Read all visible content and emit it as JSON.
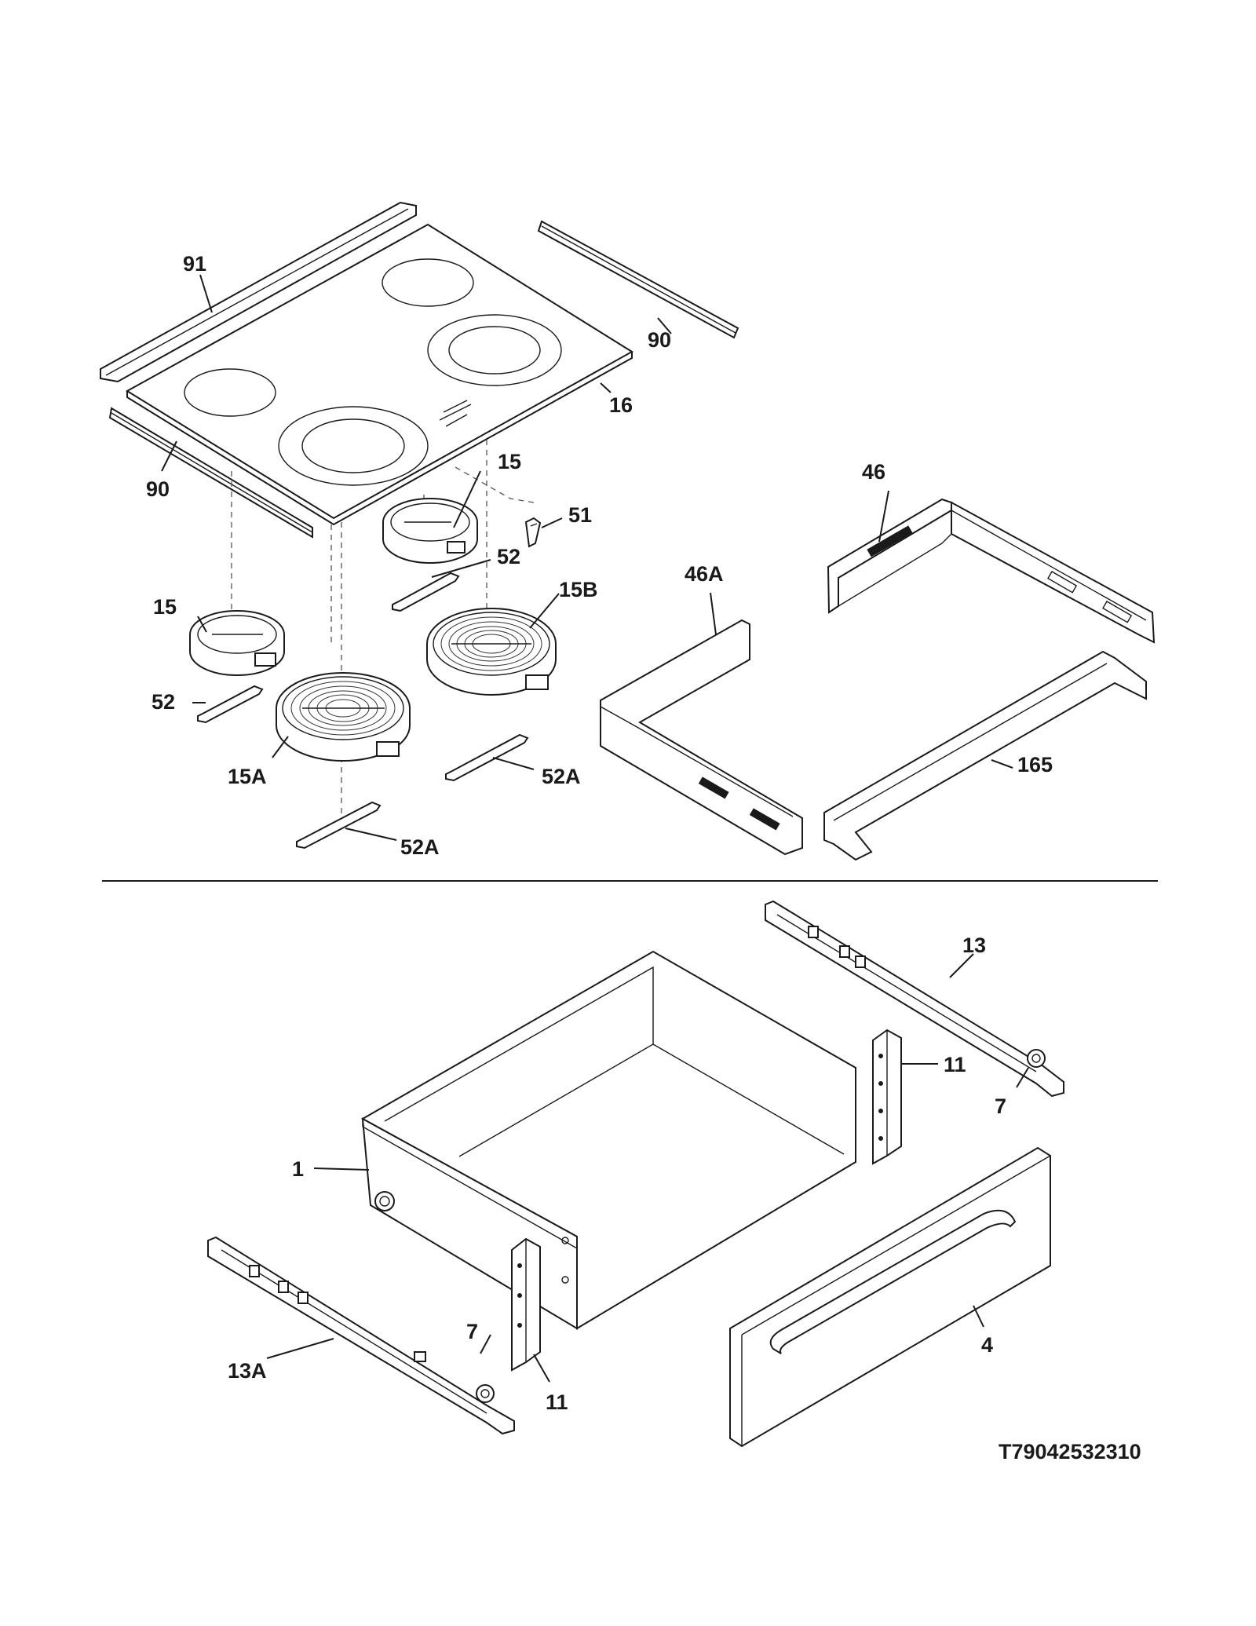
{
  "diagram_code": "T79042532310",
  "labels": {
    "lbl_91": "91",
    "lbl_90_right": "90",
    "lbl_16": "16",
    "lbl_90_left": "90",
    "lbl_15_upper": "15",
    "lbl_51": "51",
    "lbl_52_upper": "52",
    "lbl_15B": "15B",
    "lbl_15_left": "15",
    "lbl_52_left": "52",
    "lbl_15A": "15A",
    "lbl_52A_right": "52A",
    "lbl_52A_lower": "52A",
    "lbl_46": "46",
    "lbl_46A": "46A",
    "lbl_165": "165",
    "lbl_13": "13",
    "lbl_11_upper": "11",
    "lbl_7_upper": "7",
    "lbl_1": "1",
    "lbl_4": "4",
    "lbl_7_lower": "7",
    "lbl_13A": "13A",
    "lbl_11_lower": "11"
  }
}
